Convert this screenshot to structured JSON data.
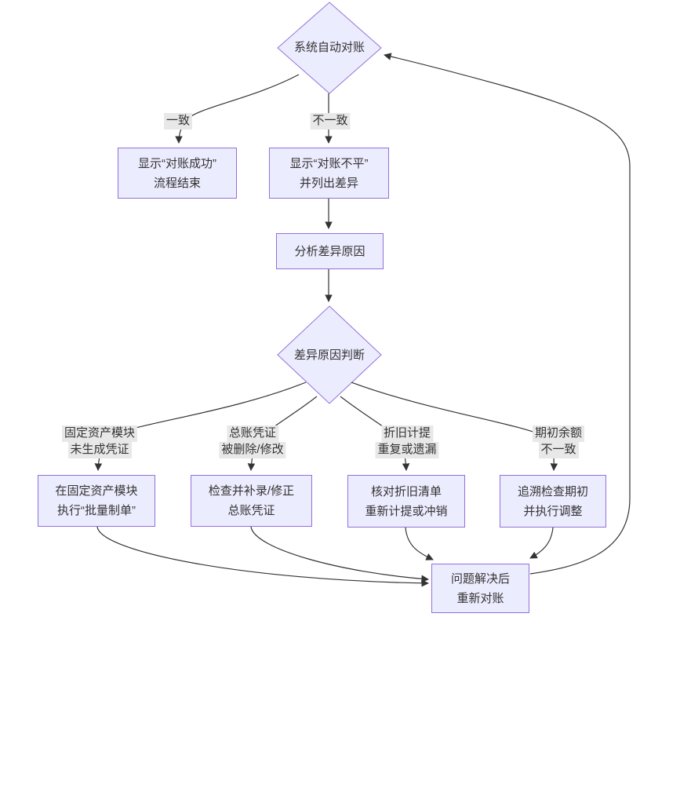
{
  "colors": {
    "node_fill": "#ECECFF",
    "node_border": "#9370DB",
    "edge_line": "#333333",
    "label_bg": "#e8e8e8",
    "text": "#333333",
    "background": "#ffffff"
  },
  "nodes": {
    "auto_reconcile": {
      "label": "系统自动对账"
    },
    "show_success": {
      "lines": [
        "显示“对账成功”",
        "流程结束"
      ]
    },
    "show_imbalance": {
      "lines": [
        "显示“对账不平”",
        "并列出差异"
      ]
    },
    "analyze": {
      "label": "分析差异原因"
    },
    "judge": {
      "label": "差异原因判断"
    },
    "fixed_asset_action": {
      "lines": [
        "在固定资产模块",
        "执行“批量制单”"
      ]
    },
    "gl_voucher_action": {
      "lines": [
        "检查并补录/修正",
        "总账凭证"
      ]
    },
    "depreciation_action": {
      "lines": [
        "核对折旧清单",
        "重新计提或冲销"
      ]
    },
    "opening_balance_action": {
      "lines": [
        "追溯检查期初",
        "并执行调整"
      ]
    },
    "re_reconcile": {
      "lines": [
        "问题解决后",
        "重新对账"
      ]
    }
  },
  "edge_labels": {
    "match": {
      "lines": [
        "一致"
      ]
    },
    "mismatch": {
      "lines": [
        "不一致"
      ]
    },
    "fixed_asset_cause": {
      "lines": [
        "固定资产模块",
        "未生成凭证"
      ]
    },
    "gl_voucher_cause": {
      "lines": [
        "总账凭证",
        "被删除/修改"
      ]
    },
    "depreciation_cause": {
      "lines": [
        "折旧计提",
        "重复或遗漏"
      ]
    },
    "opening_balance_cause": {
      "lines": [
        "期初余额",
        "不一致"
      ]
    }
  }
}
